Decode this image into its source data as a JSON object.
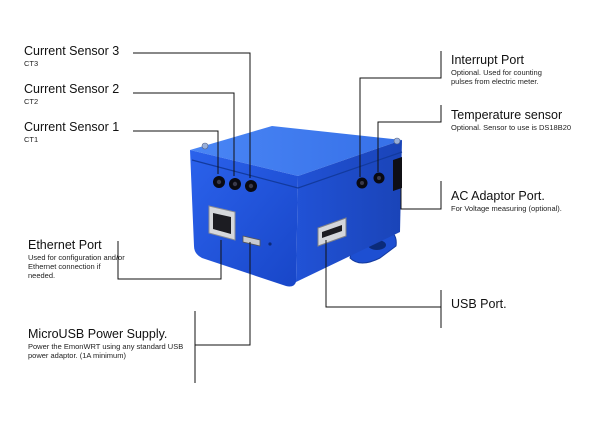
{
  "labels": {
    "ct3": {
      "title": "Current Sensor 3",
      "sub": "CT3"
    },
    "ct2": {
      "title": "Current Sensor 2",
      "sub": "CT2"
    },
    "ct1": {
      "title": "Current Sensor 1",
      "sub": "CT1"
    },
    "ethernet": {
      "title": "Ethernet Port",
      "sub": "Used for configuration and/or Ethernet connection if needed."
    },
    "microusb": {
      "title": "MicroUSB Power Supply.",
      "sub": "Power the EmonWRT using any standard USB power adaptor. (1A minimum)"
    },
    "interrupt": {
      "title": "Interrupt Port",
      "sub": "Optional. Used for counting pulses from electric meter."
    },
    "temperature": {
      "title": "Temperature sensor",
      "sub": "Optional. Sensor to use is DS18B20"
    },
    "ac_adaptor": {
      "title": "AC Adaptor Port.",
      "sub": "For Voltage measuring (optional)."
    },
    "usb": {
      "title": "USB Port."
    }
  },
  "colors": {
    "box_front": "#1f55e0",
    "box_top": "#3f7df2",
    "box_right": "#1a49c2",
    "leader_lines": "#111111"
  }
}
